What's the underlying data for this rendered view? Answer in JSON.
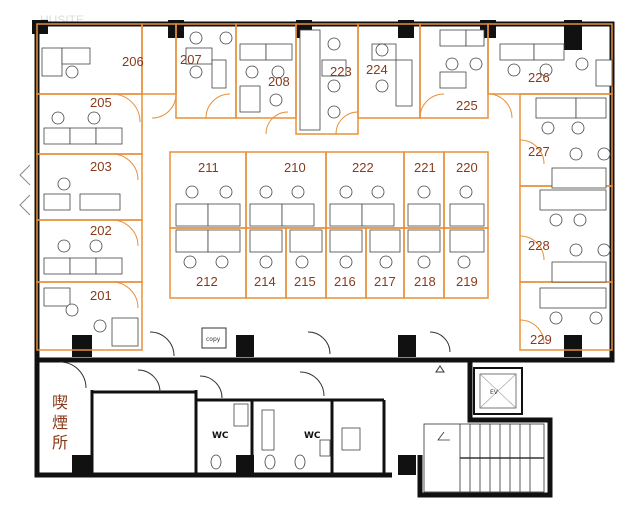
{
  "watermark": "HUSITE",
  "rooms": [
    {
      "id": "r201",
      "label": "201"
    },
    {
      "id": "r202",
      "label": "202"
    },
    {
      "id": "r203",
      "label": "203"
    },
    {
      "id": "r205",
      "label": "205"
    },
    {
      "id": "r206",
      "label": "206"
    },
    {
      "id": "r207",
      "label": "207"
    },
    {
      "id": "r208",
      "label": "208"
    },
    {
      "id": "r223",
      "label": "223"
    },
    {
      "id": "r224",
      "label": "224"
    },
    {
      "id": "r225",
      "label": "225"
    },
    {
      "id": "r226",
      "label": "226"
    },
    {
      "id": "r227",
      "label": "227"
    },
    {
      "id": "r228",
      "label": "228"
    },
    {
      "id": "r229",
      "label": "229"
    },
    {
      "id": "r211",
      "label": "211"
    },
    {
      "id": "r210",
      "label": "210"
    },
    {
      "id": "r222",
      "label": "222"
    },
    {
      "id": "r221",
      "label": "221"
    },
    {
      "id": "r220",
      "label": "220"
    },
    {
      "id": "r212",
      "label": "212"
    },
    {
      "id": "r214",
      "label": "214"
    },
    {
      "id": "r215",
      "label": "215"
    },
    {
      "id": "r216",
      "label": "216"
    },
    {
      "id": "r217",
      "label": "217"
    },
    {
      "id": "r218",
      "label": "218"
    },
    {
      "id": "r219",
      "label": "219"
    }
  ],
  "copy_label": "copy",
  "wc_label_1": "WC",
  "wc_label_2": "WC",
  "smoking_room": [
    "喫",
    "煙",
    "所"
  ],
  "elevator_label": "EV",
  "colors": {
    "wall": "#111111",
    "partition": "#e8903a",
    "label": "#8a3a1a"
  }
}
